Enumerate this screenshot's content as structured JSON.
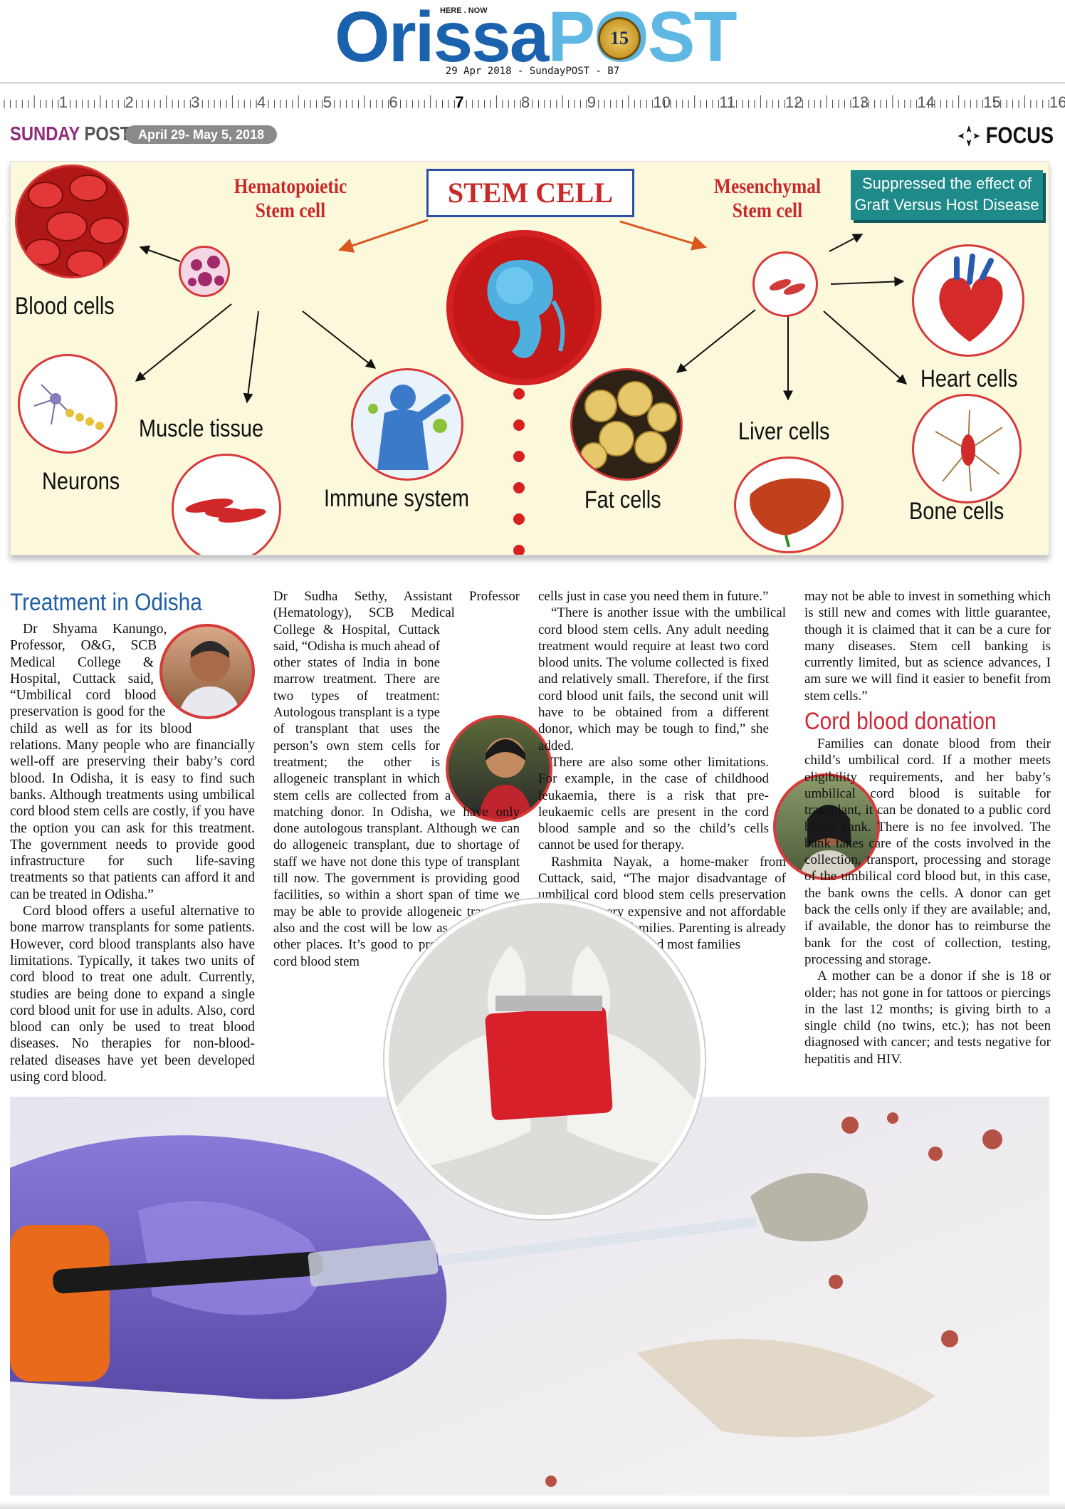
{
  "masthead": {
    "logo_left": "Orissa",
    "logo_right": "POST",
    "tagline": "HERE . NOW",
    "anniversary": "15",
    "dateline": "29 Apr 2018 - SundayPOST - B7"
  },
  "ruler": {
    "numbers": [
      "1",
      "2",
      "3",
      "4",
      "5",
      "6",
      "7",
      "8",
      "9",
      "10",
      "11",
      "12",
      "13",
      "14",
      "15",
      "16"
    ],
    "highlight": "7"
  },
  "section": {
    "sunday": "SUNDAY",
    "post": "POST",
    "date_range": "April 29- May 5, 2018",
    "focus": "FOCUS"
  },
  "infographic": {
    "stem_cell": "STEM CELL",
    "hematopoietic": "Hematopoietic\nStem cell",
    "mesenchymal": "Mesenchymal\nStem cell",
    "gvhd": "Suppressed the effect of\nGraft Versus Host Disease",
    "labels": {
      "blood": "Blood cells",
      "neurons": "Neurons",
      "muscle": "Muscle tissue",
      "immune": "Immune system",
      "fat": "Fat cells",
      "liver": "Liver cells",
      "heart": "Heart cells",
      "bone": "Bone cells"
    }
  },
  "article": {
    "heading1": "Treatment in Odisha",
    "heading2": "Cord blood donation",
    "col1": [
      "Dr Shyama Kanungo, Professor, O&G, SCB Medical College & Hospital, Cuttack said, “Umbilical cord blood preservation is good for the child as well as for its blood relations. Many people who are financially well-off are preserving their baby’s cord blood. In Odisha, it is easy to find such banks. Although treatments using umbilical cord blood stem cells are costly, if you have the option you can ask for this treatment. The government needs to provide good infrastructure for such life-saving treatments so that patients can afford it and can be treated in Odisha.”",
      "Cord blood offers a useful alternative to bone marrow transplants for some patients. However, cord blood transplants also have limitations. Typically, it takes two units of cord blood to treat one adult. Currently, studies are being done to expand a single cord blood unit for use in adults. Also, cord blood can only be used to treat blood diseases. No therapies for non-blood-related diseases have yet been developed using cord blood."
    ],
    "col2": [
      "Dr Sudha Sethy, Assistant Professor (Hematology), SCB Medical College & Hospital, Cuttack said, “Odisha is much ahead of other states of India in bone marrow treatment. There are two types of treatment: Autologous transplant is a type of transplant that uses the person’s own stem cells for treatment; the other is allogeneic transplant in which stem cells are collected from a matching donor. In Odisha, we have only done autologous transplant. Although we can do allogeneic transplant, due to shortage of staff we have not done this type of transplant till now. The government is providing good facilities, so within a short span of time we may be able to provide allogeneic transplant also and the cost will be low as compared to other places. It’s good to preserve umbilical cord blood stem"
    ],
    "col3": [
      "cells just in case you need them in future.”",
      "“There is another issue with the umbilical cord blood stem cells. Any adult needing treatment would require at least two cord blood units. The volume collected is fixed and relatively small. Therefore, if the first cord blood unit fails, the second unit will have to be obtained from a different donor, which may be tough to find,” she added.",
      "There are also some other limitations. For example, in the case of childhood leukaemia, there is a risk that pre-leukaemic cells are present in the cord blood sample and so the child’s cells cannot be used for therapy.",
      "Rashmita Nayak, a home-maker from Cuttack, said, “The major disadvantage of umbilical cord blood stem cells preservation is that it is very expensive and not affordable for middle class families. Parenting is already an expensive affair and most families"
    ],
    "col4": [
      "may not be able to invest in something which is still new and comes with little guarantee, though it is claimed that it can be a cure for many diseases. Stem cell banking is currently limited, but as science advances, I am sure we will find it easier to benefit from stem cells.”"
    ],
    "col4b": [
      "Families can donate blood from their child’s umbilical cord. If a mother meets eligibility requirements, and her baby’s umbilical cord blood is suitable for transplant, it can be donated to a public cord blood bank. There is no fee involved. The bank takes care of the costs involved in the collection, transport, processing and storage of the umbilical cord blood but, in this case, the bank owns the cells. A donor can get back the cells only if they are available; and, if available, the donor has to reimburse the bank for the cost of collection, testing, processing and storage.",
      "A mother can be a donor if she is 18 or older; has not gone in for tattoos or piercings in the last 12 months; is giving birth to a single child (no twins, etc.); has not been diagnosed with cancer; and tests negative for hepatitis and HIV."
    ]
  },
  "colors": {
    "brand_blue": "#1a62ad",
    "brand_light": "#5fb8e3",
    "heading_blue": "#1f5fa5",
    "heading_red": "#d02a3a",
    "accent_red": "#c82a2a",
    "sunday_purple": "#8e2c7e"
  },
  "icons": [
    "focus-arrows-icon",
    "embryo-icon",
    "blood-cells-icon",
    "neuron-icon",
    "muscle-icon",
    "immune-icon",
    "fat-cells-icon",
    "liver-icon",
    "heart-icon",
    "bone-icon"
  ]
}
